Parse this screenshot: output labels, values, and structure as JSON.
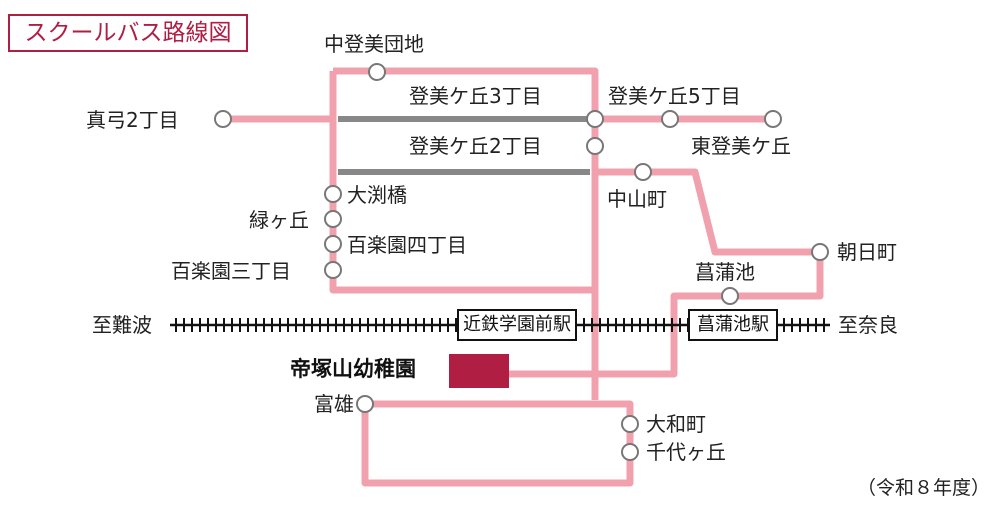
{
  "title": "スクールバス路線図",
  "year_note": "（令和８年度）",
  "colors": {
    "route": "#f0a1ad",
    "gray_route": "#888888",
    "accent": "#b01e43",
    "rail": "#111111"
  },
  "stops": {
    "nakatomi_danchi": "中登美団地",
    "tomigaoka_3": "登美ケ丘3丁目",
    "tomigaoka_5": "登美ケ丘5丁目",
    "mayumi_2": "真弓2丁目",
    "tomigaoka_2": "登美ケ丘2丁目",
    "higashi_tomigaoka": "東登美ケ丘",
    "ofuchibashi": "大渕橋",
    "nakayama": "中山町",
    "midorigaoka": "緑ヶ丘",
    "hyakuraku_4": "百楽園四丁目",
    "asahimachi": "朝日町",
    "hyakuraku_3": "百楽園三丁目",
    "ayameike": "菖蒲池",
    "tomio": "富雄",
    "yamatomachi": "大和町",
    "chiyogaoka": "千代ヶ丘"
  },
  "rail": {
    "to_namba": "至難波",
    "to_nara": "至奈良",
    "station_gakuen": "近鉄学園前駅",
    "station_ayameike": "菖蒲池駅"
  },
  "kindergarten": "帝塚山幼稚園"
}
